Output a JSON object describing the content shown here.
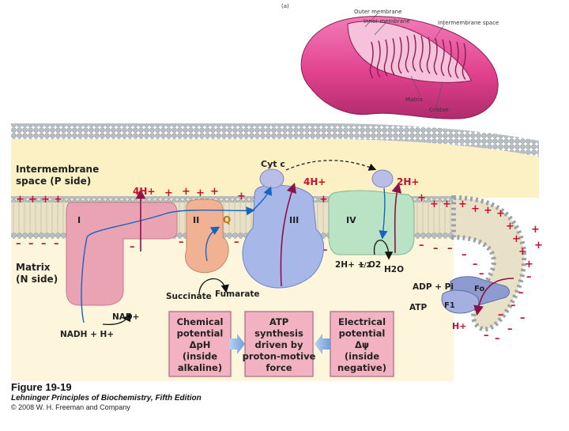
{
  "inset": {
    "panel_label": "(a)",
    "labels": {
      "outer_membrane": "Outer membrane",
      "inner_membrane": "Inner membrane",
      "intermembrane_space": "Intermembrane space",
      "matrix": "Matrix",
      "cristae": "Cristae"
    }
  },
  "regions": {
    "intermembrane_line1": "Intermembrane",
    "intermembrane_line2": "space (P side)",
    "matrix_line1": "Matrix",
    "matrix_line2": "(N side)"
  },
  "complexes": {
    "I": "I",
    "II": "II",
    "III": "III",
    "IV": "IV",
    "Q": "Q",
    "cytc": "Cyt c",
    "F1": "F1",
    "Fo": "Fo"
  },
  "protons": {
    "complex_I": "4H+",
    "complex_III": "4H+",
    "complex_IV": "2H+",
    "atp_synthase": "H+"
  },
  "metabolites": {
    "nadh": "NADH + H+",
    "nad": "NAD+",
    "succinate": "Succinate",
    "fumarate": "Fumarate",
    "oxygen_reaction_left": "2H+ + ",
    "oxygen_reaction_frac": "1/2",
    "oxygen_reaction_o2": "O2",
    "water": "H2O",
    "adp": "ADP + Pi",
    "atp": "ATP"
  },
  "boxes": {
    "chemical": [
      "Chemical",
      "potential",
      "ΔpH",
      "(inside",
      "alkaline)"
    ],
    "atp_synthesis": [
      "ATP",
      "synthesis",
      "driven by",
      "proton-motive",
      "force"
    ],
    "electrical": [
      "Electrical",
      "potential",
      "Δψ",
      "(inside",
      "negative)"
    ]
  },
  "caption": {
    "figure": "Figure 19-19",
    "book": "Lehninger Principles of Biochemistry, Fifth Edition",
    "copyright": "© 2008 W. H. Freeman and Company"
  },
  "colors": {
    "membrane_head": "#b7bec4",
    "membrane_tail": "#d8d2bd",
    "ims_bg": "#fbf1c4",
    "matrix_bg": "#fdf6dc",
    "complex_I": "#e9a3b2",
    "complex_II": "#f1b294",
    "complex_III": "#a6b7e8",
    "complex_IV": "#b9e3c4",
    "cytc": "#b9bee6",
    "proton_red": "#c8102e",
    "box_fill": "#f3b2c2",
    "mito_pink": "#e2428f"
  }
}
